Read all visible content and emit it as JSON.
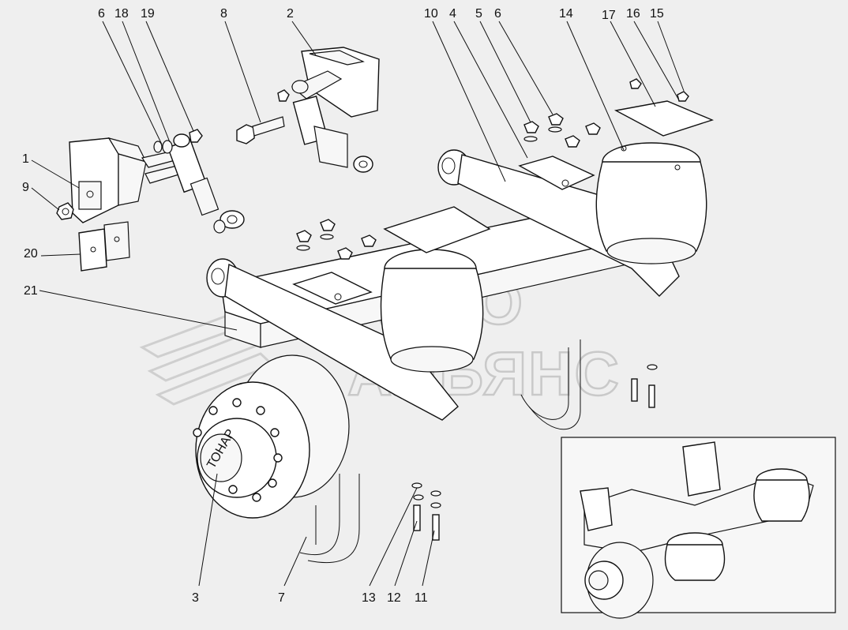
{
  "watermark": {
    "line1": "АВТО",
    "line2": "АЛЬЯНС"
  },
  "hub_brand": "ТОНАР",
  "callouts": [
    {
      "id": "c1",
      "label": "1"
    },
    {
      "id": "c9",
      "label": "9"
    },
    {
      "id": "c20",
      "label": "20"
    },
    {
      "id": "c21",
      "label": "21"
    },
    {
      "id": "c6a",
      "label": "6"
    },
    {
      "id": "c18",
      "label": "18"
    },
    {
      "id": "c19",
      "label": "19"
    },
    {
      "id": "c8",
      "label": "8"
    },
    {
      "id": "c2",
      "label": "2"
    },
    {
      "id": "c10",
      "label": "10"
    },
    {
      "id": "c4",
      "label": "4"
    },
    {
      "id": "c5",
      "label": "5"
    },
    {
      "id": "c6b",
      "label": "6"
    },
    {
      "id": "c14",
      "label": "14"
    },
    {
      "id": "c17",
      "label": "17"
    },
    {
      "id": "c16",
      "label": "16"
    },
    {
      "id": "c15",
      "label": "15"
    },
    {
      "id": "c3",
      "label": "3"
    },
    {
      "id": "c7",
      "label": "7"
    },
    {
      "id": "c13",
      "label": "13"
    },
    {
      "id": "c12",
      "label": "12"
    },
    {
      "id": "c11",
      "label": "11"
    }
  ]
}
